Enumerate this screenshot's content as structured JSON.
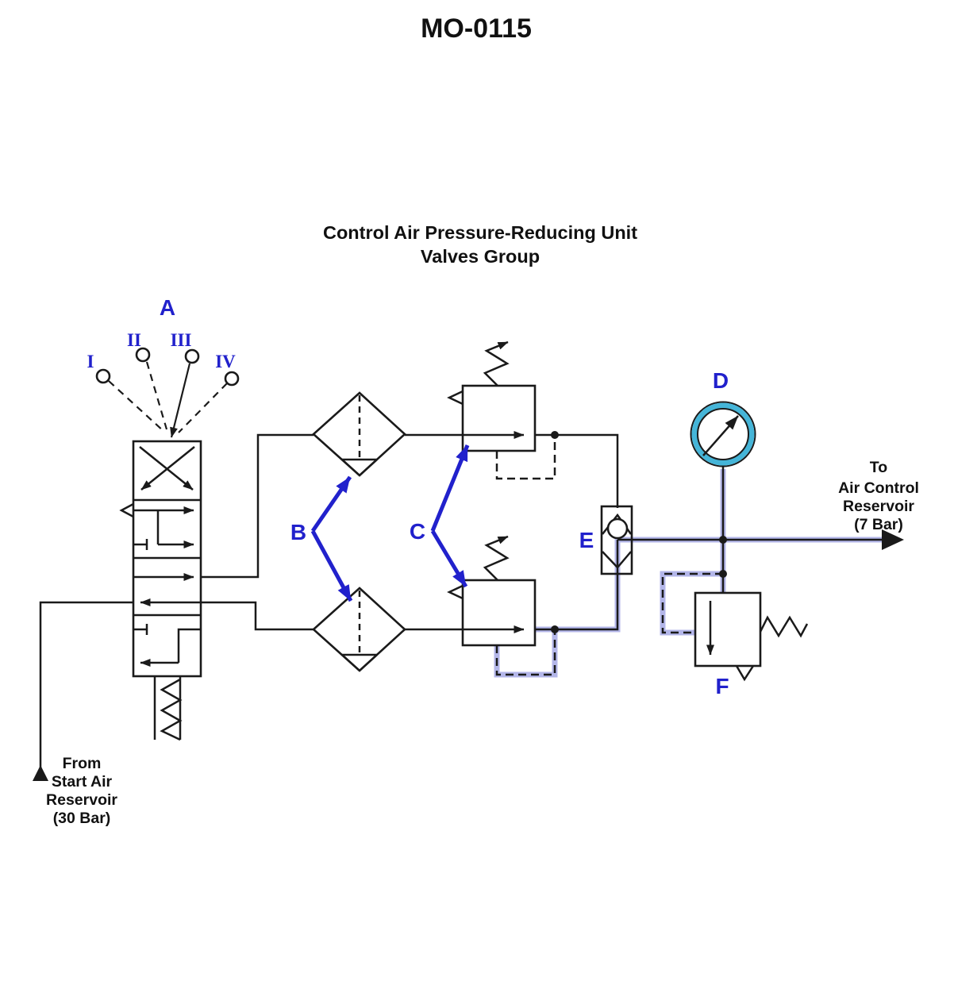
{
  "doc": {
    "code": "MO-0115",
    "title_line1": "Control Air Pressure-Reducing Unit",
    "title_line2": "Valves Group"
  },
  "labels": {
    "selector_valve": "A",
    "filters": "B",
    "reducing_valves": "C",
    "gauge": "D",
    "double_check_valve": "E",
    "relief_valve": "F"
  },
  "positions": {
    "p1": "I",
    "p2": "II",
    "p3": "III",
    "p4": "IV"
  },
  "source": {
    "line1": "From",
    "line2": "Start Air",
    "line3": "Reservoir",
    "line4": "(30 Bar)"
  },
  "destination": {
    "line1": "To",
    "line2": "Air Control",
    "line3": "Reservoir",
    "line4": "(7 Bar)"
  },
  "colors": {
    "label_blue": "#2121cc",
    "line_black": "#1a1a1a",
    "flow_highlight": "#b3b6e9",
    "gauge_ring": "#45b5d8",
    "background": "#ffffff"
  }
}
